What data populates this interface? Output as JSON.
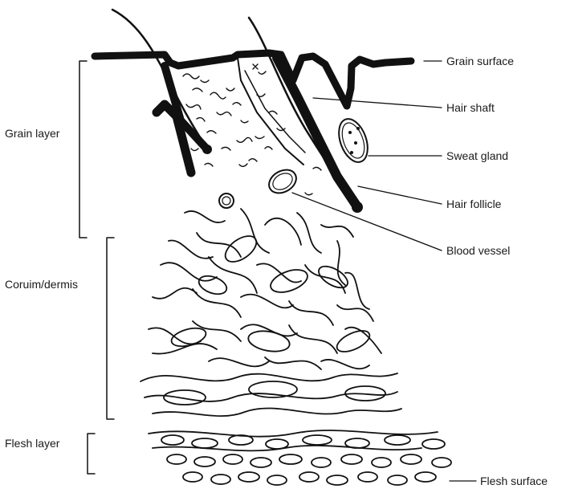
{
  "labels": {
    "left": {
      "grain_layer": "Grain layer",
      "corium": "Coruim/dermis",
      "flesh_layer": "Flesh layer"
    },
    "right": {
      "grain_surface": "Grain surface",
      "hair_shaft": "Hair shaft",
      "sweat_gland": "Sweat gland",
      "hair_follicle": "Hair follicle",
      "blood_vessel": "Blood vessel",
      "flesh_surface": "Flesh surface"
    }
  },
  "colors": {
    "ink": "#111111",
    "background": "#ffffff"
  }
}
